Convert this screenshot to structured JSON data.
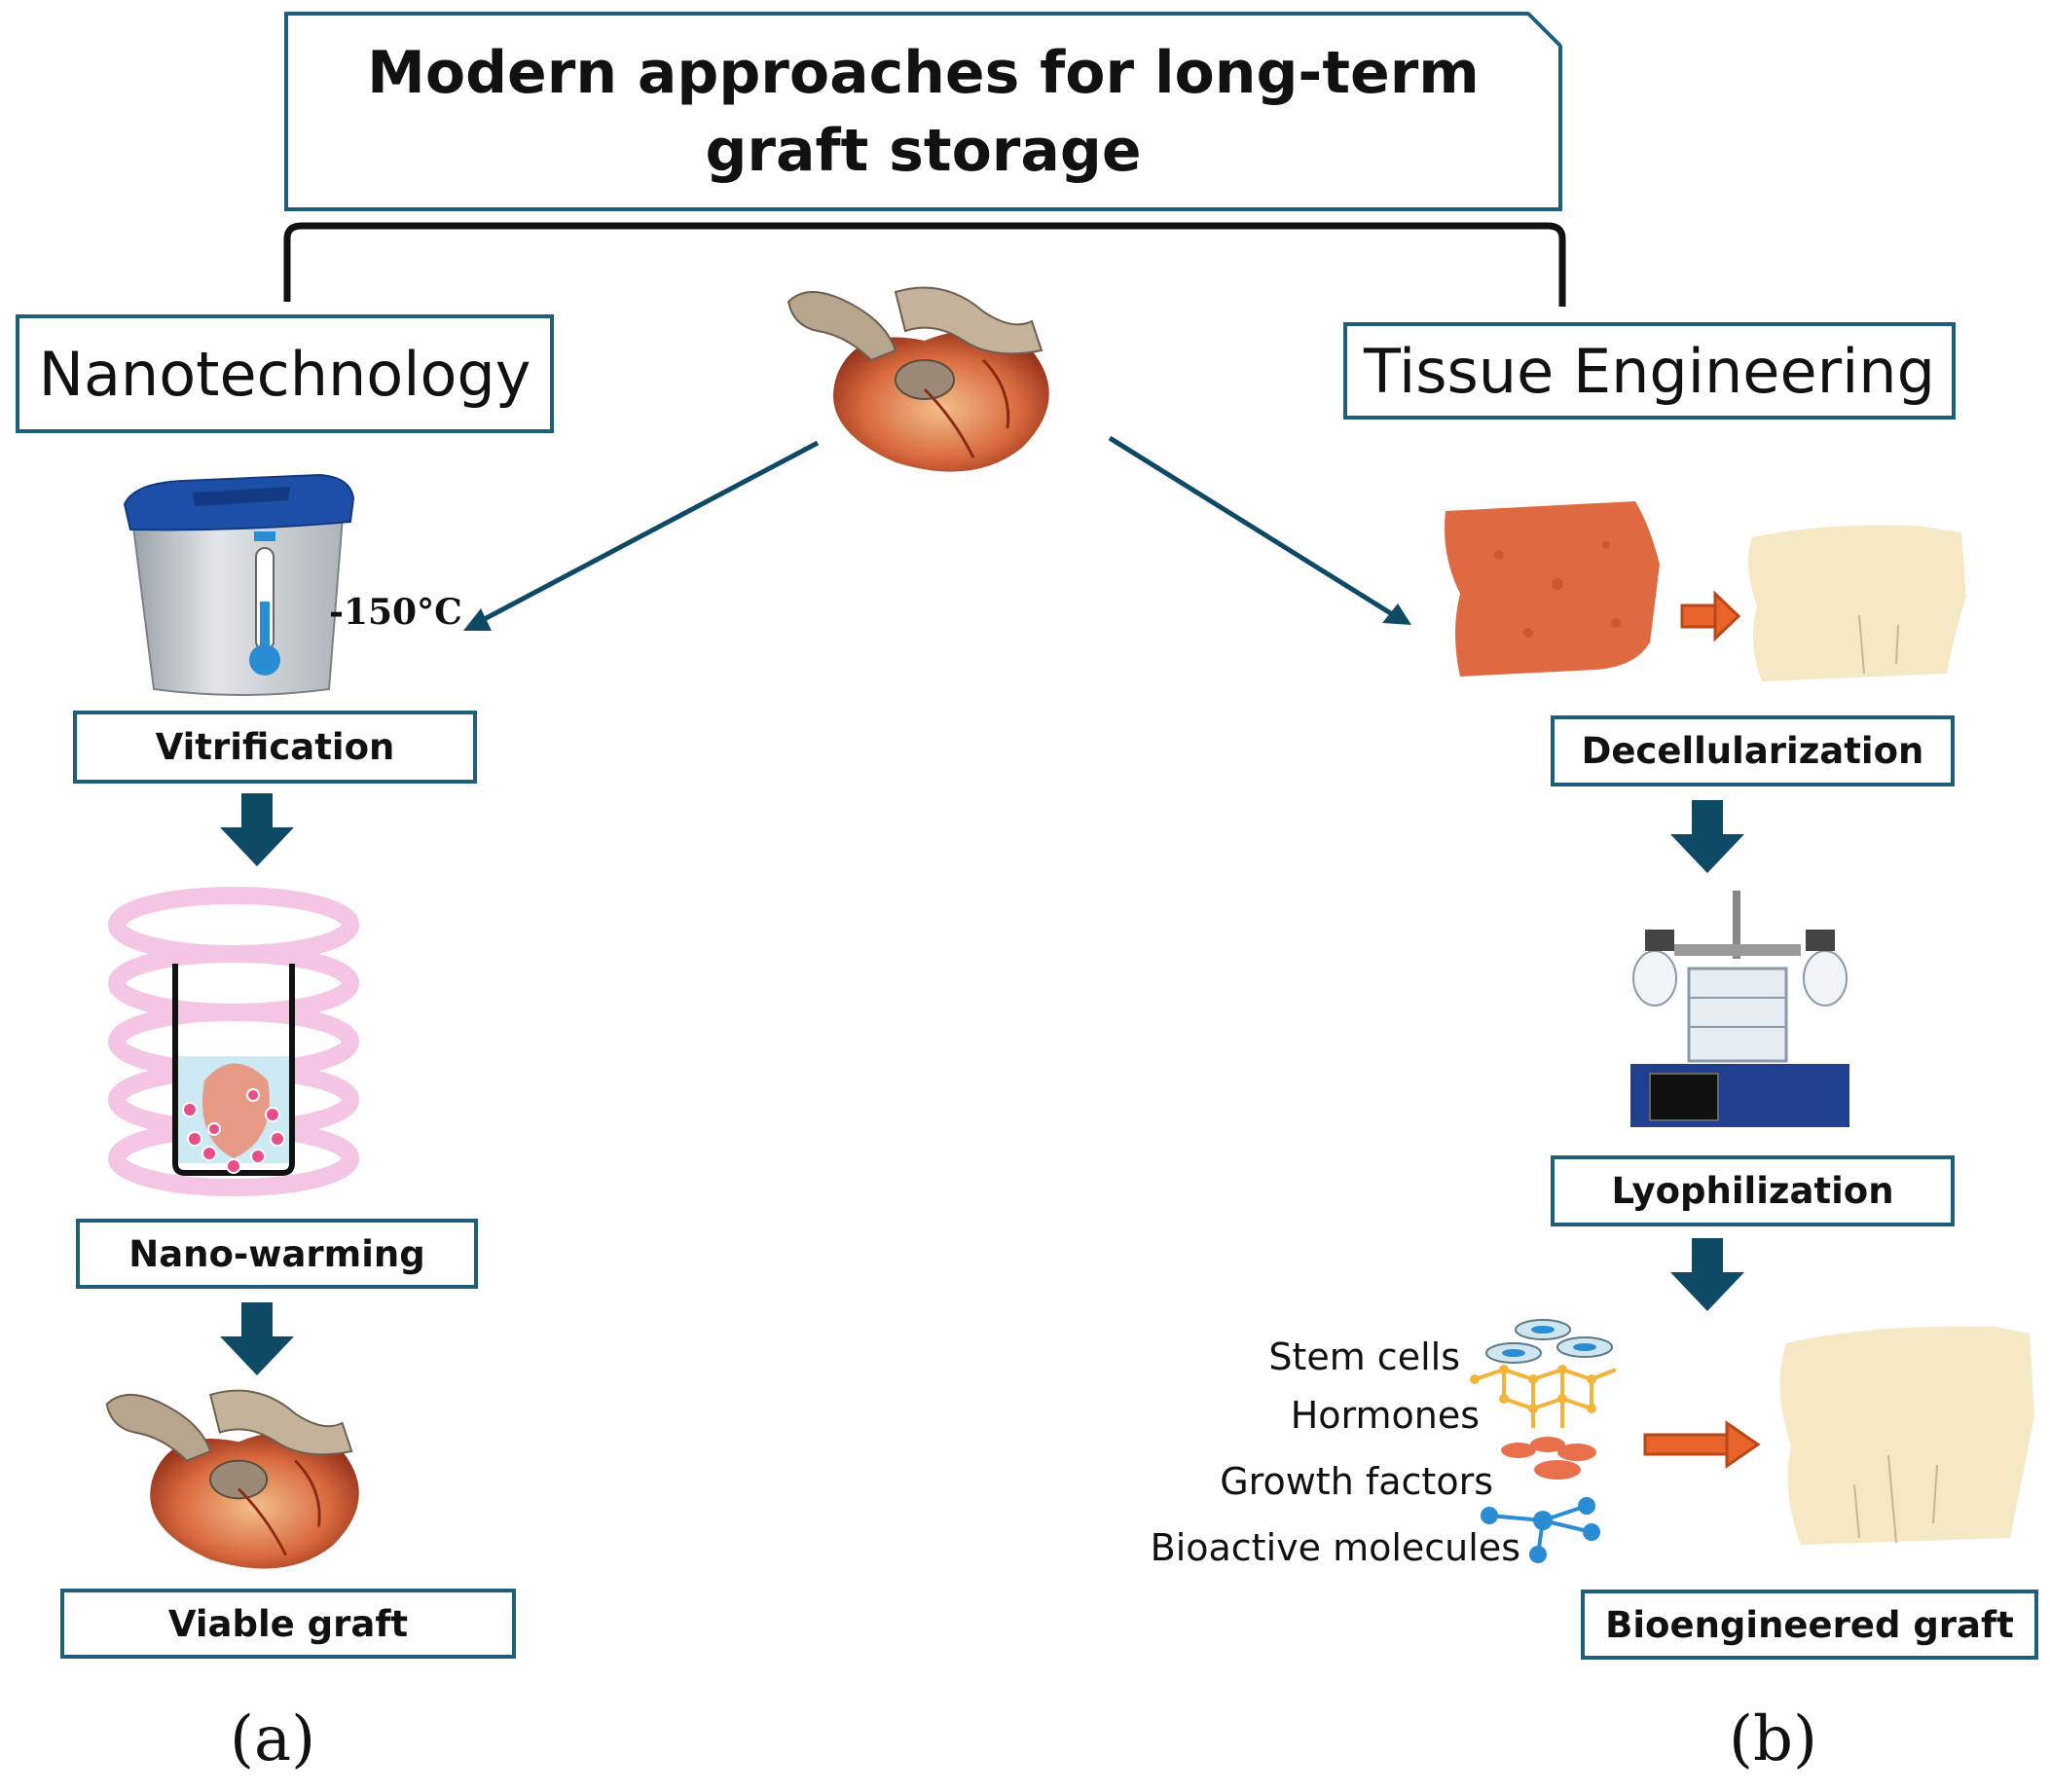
{
  "title": "Modern approaches for long-term graft storage",
  "colors": {
    "box_border": "#1f5f7a",
    "arrow": "#0e4a66",
    "connector": "#111111",
    "transfer_arrow": "#e8642a",
    "cooler_lid": "#1d4fa8",
    "thermometer": "#2a8dd4",
    "nanoparticle": "#e84e8a",
    "coil": "#f5c6e4",
    "tissue_raw": "#df6a42",
    "tissue_decell": "#f4e8c5"
  },
  "left": {
    "branch_label": "Nanotechnology",
    "temperature": "-150°C",
    "steps": [
      "Vitrification",
      "Nano-warming",
      "Viable graft"
    ],
    "panel_label": "(a)",
    "icons": [
      "heart-icon",
      "cryo-cooler-icon",
      "thermometer-icon",
      "nano-warming-coil-icon",
      "viable-heart-icon"
    ]
  },
  "right": {
    "branch_label": "Tissue Engineering",
    "steps": [
      "Decellularization",
      "Lyophilization",
      "Bioengineered graft"
    ],
    "components": [
      "Stem cells",
      "Hormones",
      "Growth factors",
      "Bioactive molecules"
    ],
    "panel_label": "(b)",
    "icons": [
      "raw-tissue-icon",
      "decellularized-tissue-icon",
      "freeze-dryer-icon",
      "stem-cells-icon",
      "hormones-icon",
      "growth-factors-icon",
      "bioactive-molecules-icon",
      "bioengineered-tissue-icon"
    ]
  }
}
